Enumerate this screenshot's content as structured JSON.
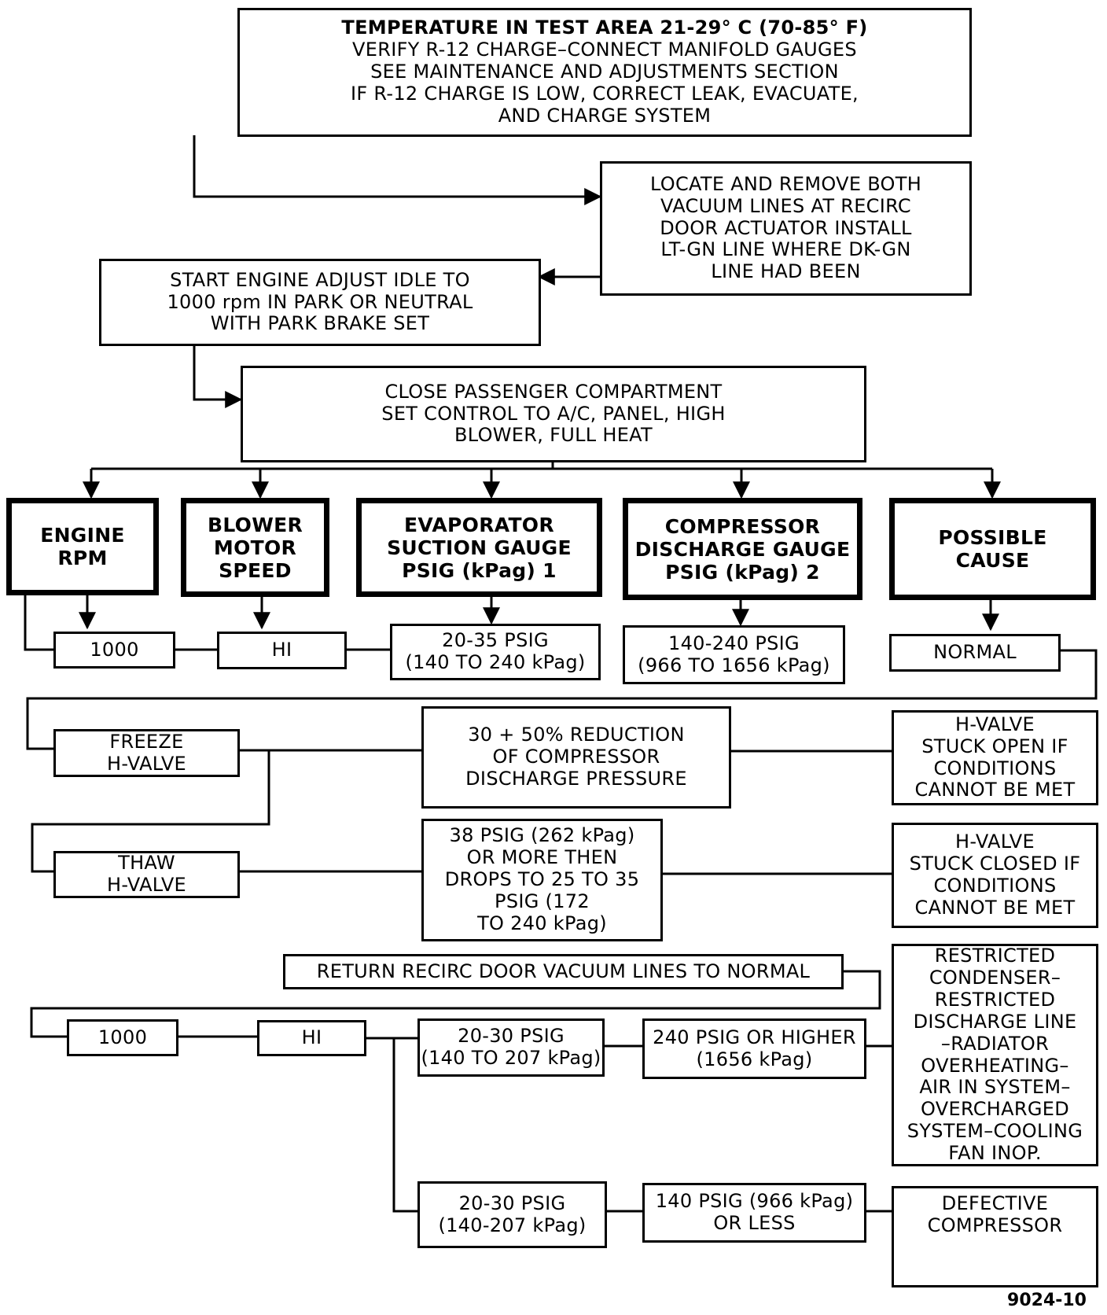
{
  "boxes": {
    "intro": {
      "heading": "TEMPERATURE IN TEST AREA 21-29° C (70-85° F)",
      "body": "VERIFY R-12 CHARGE–CONNECT MANIFOLD GAUGES\nSEE MAINTENANCE AND ADJUSTMENTS SECTION\nIF R-12 CHARGE IS LOW, CORRECT LEAK, EVACUATE,\nAND CHARGE SYSTEM"
    },
    "vacuum_lines": "LOCATE AND REMOVE BOTH\nVACUUM LINES AT RECIRC\nDOOR ACTUATOR INSTALL\nLT-GN LINE WHERE DK-GN\nLINE HAD BEEN",
    "start_engine": "START ENGINE ADJUST IDLE TO\n1000 rpm IN PARK OR NEUTRAL\nWITH PARK BRAKE SET",
    "close_compartment": "CLOSE PASSENGER COMPARTMENT\nSET CONTROL TO A/C, PANEL, HIGH\nBLOWER, FULL HEAT",
    "hdr_engine_rpm": "ENGINE\nRPM",
    "hdr_blower": "BLOWER\nMOTOR\nSPEED",
    "hdr_evaporator": "EVAPORATOR\nSUCTION GAUGE\nPSIG (kPag) 1",
    "hdr_compressor": "COMPRESSOR\nDISCHARGE GAUGE\nPSIG (kPag) 2",
    "hdr_cause": "POSSIBLE\nCAUSE",
    "row1_rpm": "1000",
    "row1_blower": "HI",
    "row1_suction": "20-35 PSIG\n(140 TO 240 kPag)",
    "row1_discharge": "140-240 PSIG\n(966 TO 1656 kPag)",
    "row1_cause": "NORMAL",
    "freeze": "FREEZE\nH-VALVE",
    "freeze_result": "30 + 50% REDUCTION\nOF COMPRESSOR\nDISCHARGE PRESSURE",
    "freeze_cause": "H-VALVE\nSTUCK OPEN IF\nCONDITIONS\nCANNOT BE MET",
    "thaw": "THAW\nH-VALVE",
    "thaw_result": "38 PSIG (262 kPag)\nOR MORE THEN\nDROPS TO 25 TO 35\nPSIG (172\nTO 240 kPag)",
    "thaw_cause": "H-VALVE\nSTUCK CLOSED IF\nCONDITIONS\nCANNOT BE MET",
    "return_recirc": "RETURN RECIRC DOOR VACUUM LINES TO NORMAL",
    "row2_rpm": "1000",
    "row2_blower": "HI",
    "row2_suction": "20-30 PSIG\n(140 TO 207 kPag)",
    "row2_discharge": "240 PSIG OR HIGHER\n(1656 kPag)",
    "row2_cause": "RESTRICTED\nCONDENSER–\nRESTRICTED\nDISCHARGE LINE\n–RADIATOR\nOVERHEATING–\nAIR IN SYSTEM–\nOVERCHARGED\nSYSTEM–COOLING\nFAN INOP.",
    "row3_suction": "20-30 PSIG\n(140-207 kPag)",
    "row3_discharge": "140 PSIG (966 kPag)\nOR LESS",
    "row3_cause": "DEFECTIVE\nCOMPRESSOR"
  },
  "figure_number": "9024-10"
}
